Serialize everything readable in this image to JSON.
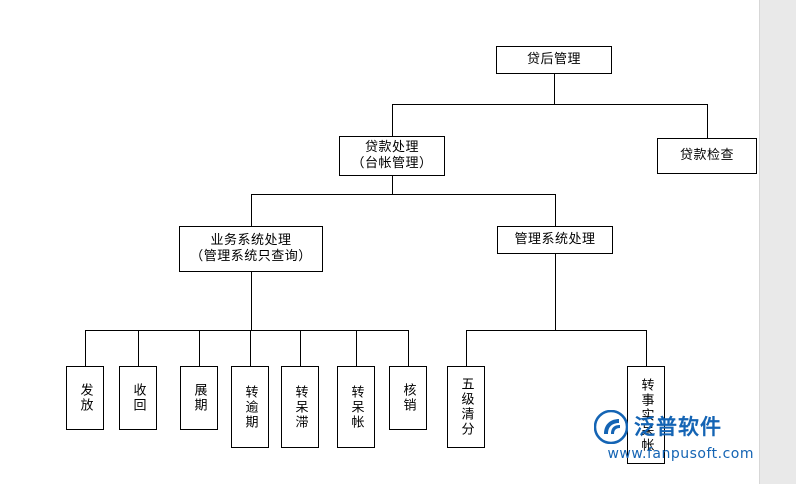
{
  "diagram": {
    "type": "tree-org-chart",
    "title": "贷后管理",
    "nodes": [
      {
        "id": "root",
        "label": "贷后管理"
      },
      {
        "id": "n-loan",
        "label": "贷款处理\n（台帐管理）"
      },
      {
        "id": "n-check",
        "label": "贷款检查"
      },
      {
        "id": "n-biz",
        "label": "业务系统处理\n（管理系统只查询）"
      },
      {
        "id": "n-mgmt",
        "label": "管理系统处理"
      },
      {
        "id": "l-1",
        "label": "发放"
      },
      {
        "id": "l-2",
        "label": "收回"
      },
      {
        "id": "l-3",
        "label": "展期"
      },
      {
        "id": "l-4",
        "label": "转逾期"
      },
      {
        "id": "l-5",
        "label": "转呆滞"
      },
      {
        "id": "l-6",
        "label": "转呆帐"
      },
      {
        "id": "l-7",
        "label": "核销"
      },
      {
        "id": "r-1",
        "label": "五级清分"
      },
      {
        "id": "r-2",
        "label": "转事实呆帐"
      }
    ]
  },
  "watermark": {
    "brand": "泛普软件",
    "url": "www.fanpusoft.com",
    "color": "#1464b4"
  }
}
